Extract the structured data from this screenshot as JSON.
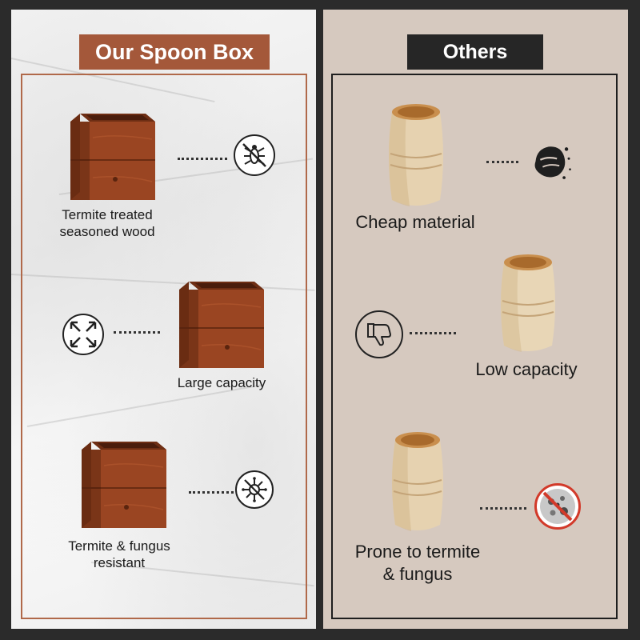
{
  "left_panel": {
    "title": "Our Spoon Box",
    "features": [
      {
        "line1": "Termite treated",
        "line2": "seasoned wood",
        "icon": "no-termite-icon"
      },
      {
        "line1": "Large capacity",
        "line2": "",
        "icon": "expand-arrows-icon"
      },
      {
        "line1": "Termite & fungus",
        "line2": "resistant",
        "icon": "no-fungus-icon"
      }
    ]
  },
  "right_panel": {
    "title": "Others",
    "drawbacks": [
      {
        "line1": "Cheap material",
        "line2": "",
        "icon": "ink-splash-icon"
      },
      {
        "line1": "Low capacity",
        "line2": "",
        "icon": "thumbs-down-icon"
      },
      {
        "line1": "Prone to termite",
        "line2": "& fungus",
        "icon": "fungus-prohibited-icon"
      }
    ]
  },
  "colors": {
    "left_header_bg": "#a4583a",
    "right_header_bg": "#262626",
    "right_panel_bg": "#d6c9bf",
    "wood": "#8e3f1f",
    "cup_wood": "#e6d2b0",
    "prohibit_red": "#d23a2a"
  }
}
